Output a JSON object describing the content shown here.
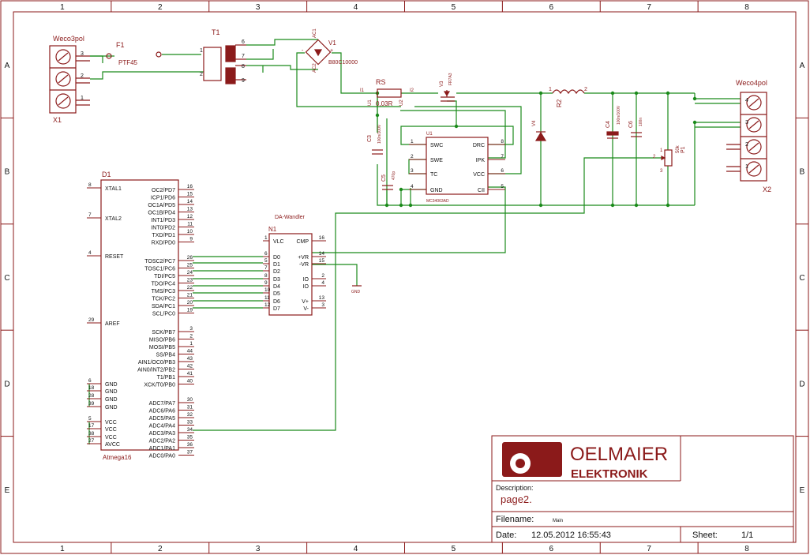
{
  "frame": {
    "columns": [
      "1",
      "2",
      "3",
      "4",
      "5",
      "6",
      "7",
      "8"
    ],
    "rows": [
      "A",
      "B",
      "C",
      "D",
      "E"
    ]
  },
  "colors": {
    "symbol": "#8b1a1a",
    "wire": "#1a8a1a",
    "background": "#ffffff"
  },
  "title_block": {
    "company_line1": "OELMAIER",
    "company_line2": "ELEKTRONIK",
    "description_label": "Description:",
    "description_value": "page2.",
    "filename_label": "Filename:",
    "filename_value": "Main",
    "date_label": "Date:",
    "date_value": "12.05.2012 16:55:43",
    "sheet_label": "Sheet:",
    "sheet_value": "1/1"
  },
  "parts": {
    "x1": {
      "name": "Weco3pol",
      "ref": "X1",
      "pins": [
        "3",
        "2",
        "1"
      ]
    },
    "f1": {
      "ref": "F1",
      "value": "PTF45"
    },
    "t1": {
      "ref": "T1",
      "pins": [
        "1",
        "2",
        "6",
        "7",
        "8",
        "9"
      ]
    },
    "v1": {
      "ref": "V1",
      "value": "B80C10000",
      "pins": [
        "AC1",
        "AC2",
        "+",
        "-"
      ]
    },
    "rs": {
      "ref": "RS",
      "value": "0,03R",
      "pins": [
        "I1",
        "I2",
        "U1",
        "U2"
      ]
    },
    "v3": {
      "ref": "V3",
      "value": "FR7A3"
    },
    "v4": {
      "ref": "V4"
    },
    "r2": {
      "ref": "R2",
      "pins": [
        "1",
        "2"
      ]
    },
    "c3": {
      "ref": "C3",
      "value": "100n/100V"
    },
    "c5": {
      "ref": "C5",
      "value": "470p"
    },
    "c4": {
      "ref": "C4",
      "value": "100n/100V"
    },
    "c6": {
      "ref": "C6",
      "value": "100n"
    },
    "p1": {
      "ref": "P1",
      "value": "50k",
      "pins": [
        "1",
        "2",
        "3"
      ]
    },
    "u1": {
      "ref": "U1",
      "value": "MC34063AD",
      "left": [
        {
          "pin": "1",
          "name": "SWC"
        },
        {
          "pin": "2",
          "name": "SWE"
        },
        {
          "pin": "3",
          "name": "TC"
        },
        {
          "pin": "4",
          "name": "GND"
        }
      ],
      "right": [
        {
          "pin": "8",
          "name": "DRC"
        },
        {
          "pin": "7",
          "name": "IPK"
        },
        {
          "pin": "6",
          "name": "VCC"
        },
        {
          "pin": "5",
          "name": "CII"
        }
      ]
    },
    "x2": {
      "name": "Weco4pol",
      "ref": "X2",
      "pins": [
        "4",
        "3",
        "2",
        "1"
      ]
    },
    "d1": {
      "ref": "D1",
      "value": "Atmega16",
      "left": [
        {
          "pin": "8",
          "name": "XTAL1"
        },
        {
          "pin": "7",
          "name": "XTAL2"
        },
        {
          "pin": "4",
          "name": "RESET"
        },
        {
          "pin": "29",
          "name": "AREF"
        },
        {
          "pin": "6",
          "name": "GND"
        },
        {
          "pin": "18",
          "name": "GND"
        },
        {
          "pin": "28",
          "name": "GND"
        },
        {
          "pin": "39",
          "name": "GND"
        },
        {
          "pin": "5",
          "name": "VCC"
        },
        {
          "pin": "17",
          "name": "VCC"
        },
        {
          "pin": "38",
          "name": "VCC"
        },
        {
          "pin": "27",
          "name": "AVCC"
        }
      ],
      "right": [
        {
          "pin": "16",
          "name": "OC2/PD7"
        },
        {
          "pin": "15",
          "name": "ICP1/PD6"
        },
        {
          "pin": "14",
          "name": "OC1A/PD5"
        },
        {
          "pin": "13",
          "name": "OC1B/PD4"
        },
        {
          "pin": "12",
          "name": "INT1/PD3"
        },
        {
          "pin": "11",
          "name": "INT0/PD2"
        },
        {
          "pin": "10",
          "name": "TXD/PD1"
        },
        {
          "pin": "9",
          "name": "RXD/PD0"
        },
        {
          "pin": "26",
          "name": "TOSC2/PC7"
        },
        {
          "pin": "25",
          "name": "TOSC1/PC6"
        },
        {
          "pin": "24",
          "name": "TDI/PC5"
        },
        {
          "pin": "23",
          "name": "TDO/PC4"
        },
        {
          "pin": "22",
          "name": "TMS/PC3"
        },
        {
          "pin": "21",
          "name": "TCK/PC2"
        },
        {
          "pin": "20",
          "name": "SDA/PC1"
        },
        {
          "pin": "19",
          "name": "SCL/PC0"
        },
        {
          "pin": "3",
          "name": "SCK/PB7"
        },
        {
          "pin": "2",
          "name": "MISO/PB6"
        },
        {
          "pin": "1",
          "name": "MOSI/PB5"
        },
        {
          "pin": "44",
          "name": "SS/PB4"
        },
        {
          "pin": "43",
          "name": "AIN1/OC0/PB3"
        },
        {
          "pin": "42",
          "name": "AIN0/INT2/PB2"
        },
        {
          "pin": "41",
          "name": "T1/PB1"
        },
        {
          "pin": "40",
          "name": "XCK/T0/PB0"
        },
        {
          "pin": "30",
          "name": "ADC7/PA7"
        },
        {
          "pin": "31",
          "name": "ADC6/PA6"
        },
        {
          "pin": "32",
          "name": "ADC5/PA5"
        },
        {
          "pin": "33",
          "name": "ADC4/PA4"
        },
        {
          "pin": "34",
          "name": "ADC3/PA3"
        },
        {
          "pin": "35",
          "name": "ADC2/PA2"
        },
        {
          "pin": "36",
          "name": "ADC1/PA1"
        },
        {
          "pin": "37",
          "name": "ADC0/PA0"
        }
      ]
    },
    "n1": {
      "ref": "N1",
      "value": "DA-Wandler",
      "left": [
        {
          "pin": "1",
          "name": "VLC"
        },
        {
          "pin": "6",
          "name": "D0"
        },
        {
          "pin": "5",
          "name": "D1"
        },
        {
          "pin": "7",
          "name": "D2"
        },
        {
          "pin": "8",
          "name": "D3"
        },
        {
          "pin": "9",
          "name": "D4"
        },
        {
          "pin": "10",
          "name": "D5"
        },
        {
          "pin": "11",
          "name": "D6"
        },
        {
          "pin": "12",
          "name": "D7"
        }
      ],
      "right": [
        {
          "pin": "16",
          "name": "CMP"
        },
        {
          "pin": "14",
          "name": "+VR"
        },
        {
          "pin": "15",
          "name": "-VR"
        },
        {
          "pin": "2",
          "name": "IO"
        },
        {
          "pin": "4",
          "name": "IO"
        },
        {
          "pin": "13",
          "name": "V+"
        },
        {
          "pin": "3",
          "name": "V-"
        }
      ]
    },
    "gnd": {
      "label": "GND"
    }
  }
}
